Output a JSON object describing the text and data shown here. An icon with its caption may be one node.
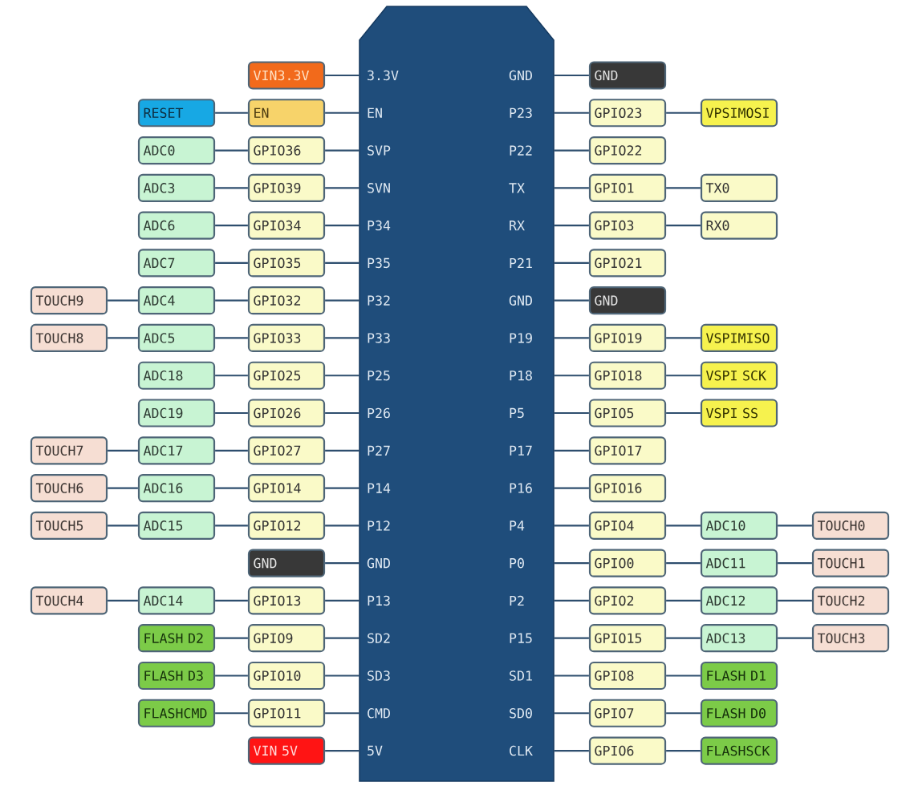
{
  "diagram": {
    "nodes": [
      {
        "text": [],
        "shape": "box"
      },
      {
        "text": [
          "VIN3.3V"
        ]
      },
      {
        "text": [
          "3.3V"
        ],
        "in": 0
      },
      {
        "text": [
          "GND"
        ],
        "in": 0
      },
      {
        "text": [
          "GND"
        ]
      },
      {
        "text": [
          "RESET"
        ]
      },
      {
        "text": [
          "EN"
        ]
      },
      {
        "text": [
          "EN"
        ],
        "in": 0
      },
      {
        "text": [
          "P23"
        ],
        "in": 0
      },
      {
        "text": [
          "GPIO23"
        ]
      },
      {
        "text": [
          "VPSIMOSI"
        ]
      },
      {
        "text": [
          "ADC0"
        ]
      },
      {
        "text": [
          "GPIO36"
        ]
      },
      {
        "text": [
          "SVP"
        ],
        "in": 0
      },
      {
        "text": [
          "P22"
        ],
        "in": 0
      },
      {
        "text": [
          "GPIO22"
        ]
      },
      {
        "text": [
          "ADC3"
        ]
      },
      {
        "text": [
          "GPIO39"
        ]
      },
      {
        "text": [
          "SVN"
        ],
        "in": 0
      },
      {
        "text": [
          "TX"
        ],
        "in": 0
      },
      {
        "text": [
          "GPIO1"
        ]
      },
      {
        "text": [
          "TX0"
        ]
      },
      {
        "text": [
          "ADC6"
        ]
      },
      {
        "text": [
          "GPIO34"
        ]
      },
      {
        "text": [
          "P34"
        ],
        "in": 0
      },
      {
        "text": [
          "RX"
        ],
        "in": 0
      },
      {
        "text": [
          "GPIO3"
        ]
      },
      {
        "text": [
          "RX0"
        ]
      },
      {
        "text": [
          "ADC7"
        ]
      },
      {
        "text": [
          "GPIO35"
        ]
      },
      {
        "text": [
          "P35"
        ],
        "in": 0
      },
      {
        "text": [
          "P21"
        ],
        "in": 0
      },
      {
        "text": [
          "GPIO21"
        ]
      },
      {
        "text": [
          "TOUCH9"
        ]
      },
      {
        "text": [
          "ADC4"
        ]
      },
      {
        "text": [
          "GPIO32"
        ]
      },
      {
        "text": [
          "P32"
        ],
        "in": 0
      },
      {
        "text": [
          "GND"
        ],
        "in": 0
      },
      {
        "text": [
          "GND"
        ]
      },
      {
        "text": [
          "TOUCH8"
        ]
      },
      {
        "text": [
          "ADC5"
        ]
      },
      {
        "text": [
          "GPIO33"
        ]
      },
      {
        "text": [
          "P33"
        ],
        "in": 0
      },
      {
        "text": [
          "P19"
        ],
        "in": 0
      },
      {
        "text": [
          "GPIO19"
        ]
      },
      {
        "text": [
          "VSPIMISO"
        ]
      },
      {
        "text": [
          "ADC18"
        ]
      },
      {
        "text": [
          "GPIO25"
        ]
      },
      {
        "text": [
          "P25"
        ],
        "in": 0
      },
      {
        "text": [
          "P18"
        ],
        "in": 0
      },
      {
        "text": [
          "GPIO18"
        ]
      },
      {
        "text": [
          "VSPI SCK"
        ]
      },
      {
        "text": [
          "ADC19"
        ]
      },
      {
        "text": [
          "GPIO26"
        ]
      },
      {
        "text": [
          "P26"
        ],
        "in": 0
      },
      {
        "text": [
          "P5"
        ],
        "in": 0
      },
      {
        "text": [
          "GPIO5"
        ]
      },
      {
        "text": [
          "VSPI SS"
        ]
      },
      {
        "text": [
          "TOUCH7"
        ]
      },
      {
        "text": [
          "ADC17"
        ]
      },
      {
        "text": [
          "GPIO27"
        ]
      },
      {
        "text": [
          "P27"
        ],
        "in": 0
      },
      {
        "text": [
          "P17"
        ],
        "in": 0
      },
      {
        "text": [
          "GPIO17"
        ]
      },
      {
        "text": [
          "TOUCH6"
        ]
      },
      {
        "text": [
          "ADC16"
        ]
      },
      {
        "text": [
          "GPIO14"
        ]
      },
      {
        "text": [
          "P14"
        ],
        "in": 0
      },
      {
        "text": [
          "P16"
        ],
        "in": 0
      },
      {
        "text": [
          "GPIO16"
        ]
      },
      {
        "text": [
          "TOUCH5"
        ]
      },
      {
        "text": [
          "ADC15"
        ]
      },
      {
        "text": [
          "GPIO12"
        ]
      },
      {
        "text": [
          "P12"
        ],
        "in": 0
      },
      {
        "text": [
          "P4"
        ],
        "in": 0
      },
      {
        "text": [
          "GPIO4"
        ]
      },
      {
        "text": [
          "ADC10"
        ]
      },
      {
        "text": [
          "TOUCH0"
        ]
      },
      {
        "text": [
          "GND"
        ]
      },
      {
        "text": [
          "GND"
        ],
        "in": 0
      },
      {
        "text": [
          "P0"
        ],
        "in": 0
      },
      {
        "text": [
          "GPIO0"
        ]
      },
      {
        "text": [
          "ADC11"
        ]
      },
      {
        "text": [
          "TOUCH1"
        ]
      },
      {
        "text": [
          "TOUCH4"
        ]
      },
      {
        "text": [
          "ADC14"
        ]
      },
      {
        "text": [
          "GPIO13"
        ]
      },
      {
        "text": [
          "P13"
        ],
        "in": 0
      },
      {
        "text": [
          "P2"
        ],
        "in": 0
      },
      {
        "text": [
          "GPIO2"
        ]
      },
      {
        "text": [
          "ADC12"
        ]
      },
      {
        "text": [
          "TOUCH2"
        ]
      },
      {
        "text": [
          "FLASH D2"
        ]
      },
      {
        "text": [
          "GPIO9"
        ]
      },
      {
        "text": [
          "SD2"
        ],
        "in": 0
      },
      {
        "text": [
          "P15"
        ],
        "in": 0
      },
      {
        "text": [
          "GPIO15"
        ]
      },
      {
        "text": [
          "ADC13"
        ]
      },
      {
        "text": [
          "TOUCH3"
        ]
      },
      {
        "text": [
          "FLASH D3"
        ]
      },
      {
        "text": [
          "GPIO10"
        ]
      },
      {
        "text": [
          "SD3"
        ],
        "in": 0
      },
      {
        "text": [
          "SD1"
        ],
        "in": 0
      },
      {
        "text": [
          "GPIO8"
        ]
      },
      {
        "text": [
          "FLASH D1"
        ]
      },
      {
        "text": [
          "FLASHCMD"
        ]
      },
      {
        "text": [
          "GPIO11"
        ]
      },
      {
        "text": [
          "CMD"
        ],
        "in": 0
      },
      {
        "text": [
          "SD0"
        ],
        "in": 0
      },
      {
        "text": [
          "GPIO7"
        ]
      },
      {
        "text": [
          "FLASH D0"
        ]
      },
      {
        "text": [
          "VIN 5V"
        ]
      },
      {
        "text": [
          "5V"
        ],
        "in": 0
      },
      {
        "text": [
          "CLK"
        ],
        "in": 0
      },
      {
        "text": [
          "GPIO6"
        ]
      },
      {
        "text": [
          "FLASHSCK"
        ]
      }
    ],
    "edges": [
      {
        "from": 1,
        "to": 2,
        "arrow": "none"
      },
      {
        "from": 3,
        "to": 4,
        "arrow": "none"
      },
      {
        "from": 5,
        "to": 6,
        "arrow": "none"
      },
      {
        "from": 6,
        "to": 7,
        "arrow": "none"
      },
      {
        "from": 8,
        "to": 9,
        "arrow": "none"
      },
      {
        "from": 9,
        "to": 10,
        "arrow": "none"
      },
      {
        "from": 11,
        "to": 12,
        "arrow": "none"
      },
      {
        "from": 12,
        "to": 13,
        "arrow": "none"
      },
      {
        "from": 14,
        "to": 15,
        "arrow": "none"
      },
      {
        "from": 16,
        "to": 17,
        "arrow": "none"
      },
      {
        "from": 17,
        "to": 18,
        "arrow": "none"
      },
      {
        "from": 19,
        "to": 20,
        "arrow": "none"
      },
      {
        "from": 20,
        "to": 21,
        "arrow": "none"
      },
      {
        "from": 22,
        "to": 23,
        "arrow": "none"
      },
      {
        "from": 23,
        "to": 24,
        "arrow": "none"
      },
      {
        "from": 25,
        "to": 26,
        "arrow": "none"
      },
      {
        "from": 26,
        "to": 27,
        "arrow": "none"
      },
      {
        "from": 28,
        "to": 29,
        "arrow": "none"
      },
      {
        "from": 29,
        "to": 30,
        "arrow": "none"
      },
      {
        "from": 31,
        "to": 32,
        "arrow": "none"
      },
      {
        "from": 33,
        "to": 34,
        "arrow": "none"
      },
      {
        "from": 34,
        "to": 35,
        "arrow": "none"
      },
      {
        "from": 35,
        "to": 36,
        "arrow": "none"
      },
      {
        "from": 37,
        "to": 38,
        "arrow": "none"
      },
      {
        "from": 39,
        "to": 40,
        "arrow": "none"
      },
      {
        "from": 40,
        "to": 41,
        "arrow": "none"
      },
      {
        "from": 41,
        "to": 42,
        "arrow": "none"
      },
      {
        "from": 43,
        "to": 44,
        "arrow": "none"
      },
      {
        "from": 44,
        "to": 45,
        "arrow": "none"
      },
      {
        "from": 46,
        "to": 47,
        "arrow": "none"
      },
      {
        "from": 47,
        "to": 48,
        "arrow": "none"
      },
      {
        "from": 49,
        "to": 50,
        "arrow": "none"
      },
      {
        "from": 50,
        "to": 51,
        "arrow": "none"
      },
      {
        "from": 52,
        "to": 53,
        "arrow": "none"
      },
      {
        "from": 53,
        "to": 54,
        "arrow": "none"
      },
      {
        "from": 55,
        "to": 56,
        "arrow": "none"
      },
      {
        "from": 56,
        "to": 57,
        "arrow": "none"
      },
      {
        "from": 58,
        "to": 59,
        "arrow": "none"
      },
      {
        "from": 59,
        "to": 60,
        "arrow": "none"
      },
      {
        "from": 60,
        "to": 61,
        "arrow": "none"
      },
      {
        "from": 62,
        "to": 63,
        "arrow": "none"
      },
      {
        "from": 64,
        "to": 65,
        "arrow": "none"
      },
      {
        "from": 65,
        "to": 66,
        "arrow": "none"
      },
      {
        "from": 66,
        "to": 67,
        "arrow": "none"
      },
      {
        "from": 68,
        "to": 69,
        "arrow": "none"
      },
      {
        "from": 70,
        "to": 71,
        "arrow": "none"
      },
      {
        "from": 71,
        "to": 72,
        "arrow": "none"
      },
      {
        "from": 72,
        "to": 73,
        "arrow": "none"
      },
      {
        "from": 74,
        "to": 75,
        "arrow": "none"
      },
      {
        "from": 75,
        "to": 76,
        "arrow": "none"
      },
      {
        "from": 76,
        "to": 77,
        "arrow": "none"
      },
      {
        "from": 78,
        "to": 79,
        "arrow": "none"
      },
      {
        "from": 80,
        "to": 81,
        "arrow": "none"
      },
      {
        "from": 81,
        "to": 82,
        "arrow": "none"
      },
      {
        "from": 82,
        "to": 83,
        "arrow": "none"
      },
      {
        "from": 84,
        "to": 85,
        "arrow": "none"
      },
      {
        "from": 85,
        "to": 86,
        "arrow": "none"
      },
      {
        "from": 86,
        "to": 87,
        "arrow": "none"
      },
      {
        "from": 88,
        "to": 89,
        "arrow": "none"
      },
      {
        "from": 89,
        "to": 90,
        "arrow": "none"
      },
      {
        "from": 90,
        "to": 91,
        "arrow": "none"
      },
      {
        "from": 92,
        "to": 93,
        "arrow": "none"
      },
      {
        "from": 93,
        "to": 94,
        "arrow": "none"
      },
      {
        "from": 95,
        "to": 96,
        "arrow": "none"
      },
      {
        "from": 96,
        "to": 97,
        "arrow": "none"
      },
      {
        "from": 97,
        "to": 98,
        "arrow": "none"
      },
      {
        "from": 99,
        "to": 100,
        "arrow": "none"
      },
      {
        "from": 100,
        "to": 101,
        "arrow": "none"
      },
      {
        "from": 102,
        "to": 103,
        "arrow": "none"
      },
      {
        "from": 103,
        "to": 104,
        "arrow": "none"
      },
      {
        "from": 105,
        "to": 106,
        "arrow": "none"
      },
      {
        "from": 106,
        "to": 107,
        "arrow": "none"
      },
      {
        "from": 108,
        "to": 109,
        "arrow": "none"
      },
      {
        "from": 109,
        "to": 110,
        "arrow": "none"
      },
      {
        "from": 111,
        "to": 112,
        "arrow": "none"
      },
      {
        "from": 113,
        "to": 114,
        "arrow": "none"
      },
      {
        "from": 114,
        "to": 115,
        "arrow": "none"
      }
    ]
  }
}
